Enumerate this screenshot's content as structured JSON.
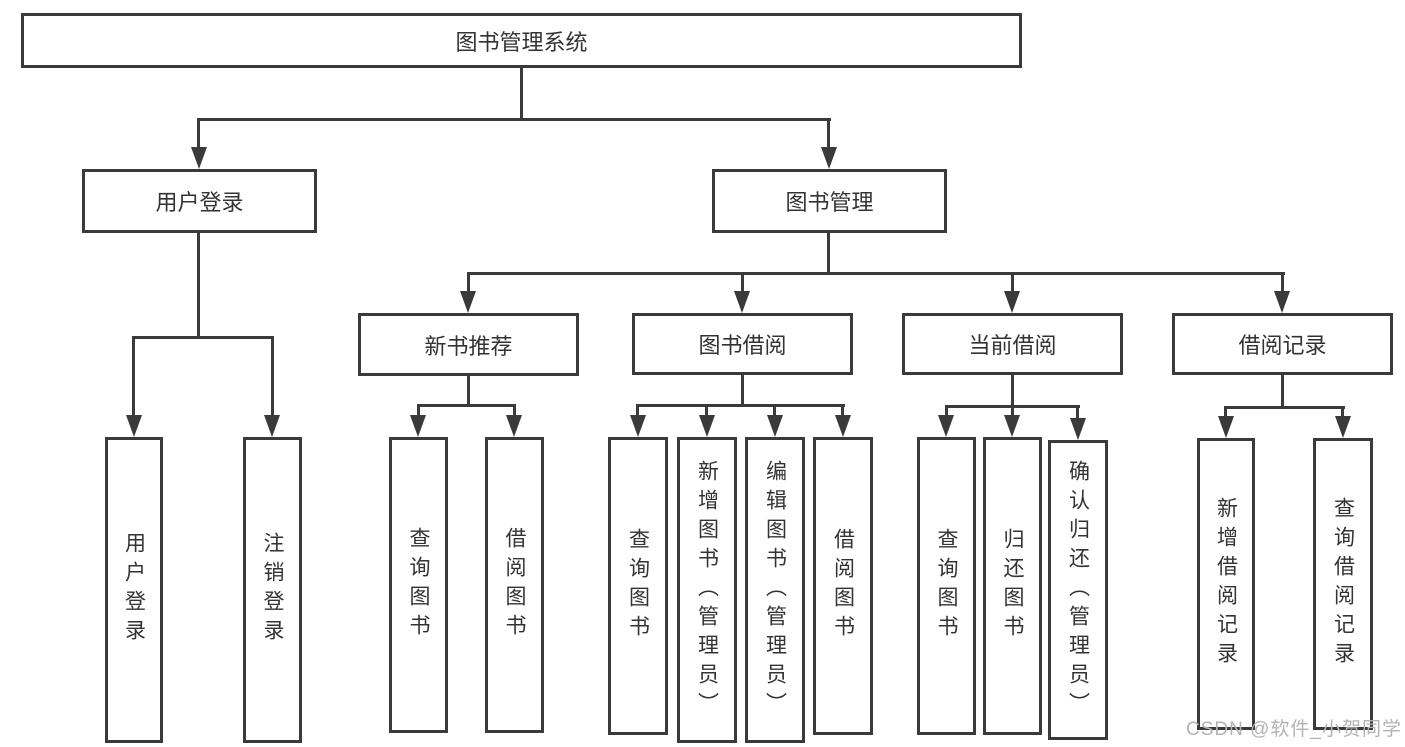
{
  "colors": {
    "line": "#3a3a3a",
    "text": "#333333",
    "box_bg": "#ffffff",
    "watermark": "#b3b3b3"
  },
  "tree": {
    "root": {
      "label": "图书管理系统"
    },
    "branches": [
      {
        "label": "用户登录",
        "children": [
          {
            "label": "用户登录"
          },
          {
            "label": "注销登录"
          }
        ]
      },
      {
        "label": "图书管理",
        "children": [
          {
            "label": "新书推荐",
            "children": [
              {
                "label": "查询图书"
              },
              {
                "label": "借阅图书"
              }
            ]
          },
          {
            "label": "图书借阅",
            "children": [
              {
                "label": "查询图书"
              },
              {
                "label": "新增图书（管理员）"
              },
              {
                "label": "编辑图书（管理员）"
              },
              {
                "label": "借阅图书"
              }
            ]
          },
          {
            "label": "当前借阅",
            "children": [
              {
                "label": "查询图书"
              },
              {
                "label": "归还图书"
              },
              {
                "label": "确认归还（管理员）"
              }
            ]
          },
          {
            "label": "借阅记录",
            "children": [
              {
                "label": "新增借阅记录"
              },
              {
                "label": "查询借阅记录"
              }
            ]
          }
        ]
      }
    ]
  },
  "watermark": {
    "text": "CSDN @软件_小贺同学"
  }
}
